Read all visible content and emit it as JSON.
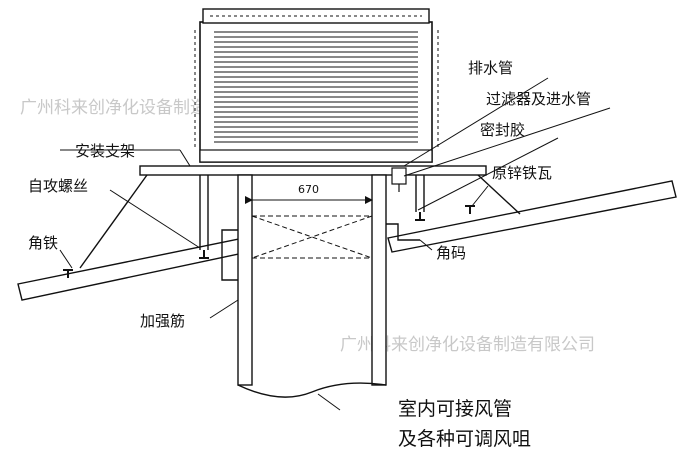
{
  "labels": {
    "drain_pipe": "排水管",
    "filter_inlet": "过滤器及进水管",
    "mount_bracket": "安装支架",
    "sealant": "密封胶",
    "self_tapping_screw": "自攻螺丝",
    "galvanized_sheet": "原锌铁瓦",
    "angle_iron": "角铁",
    "corner_bracket": "角码",
    "stiffener": "加强筋",
    "indoor_duct_line1": "室内可接风管",
    "indoor_duct_line2": "及各种可调风咀"
  },
  "dimension": {
    "duct_width": "670"
  },
  "watermark": "广州科来创净化设备制造有限公司"
}
